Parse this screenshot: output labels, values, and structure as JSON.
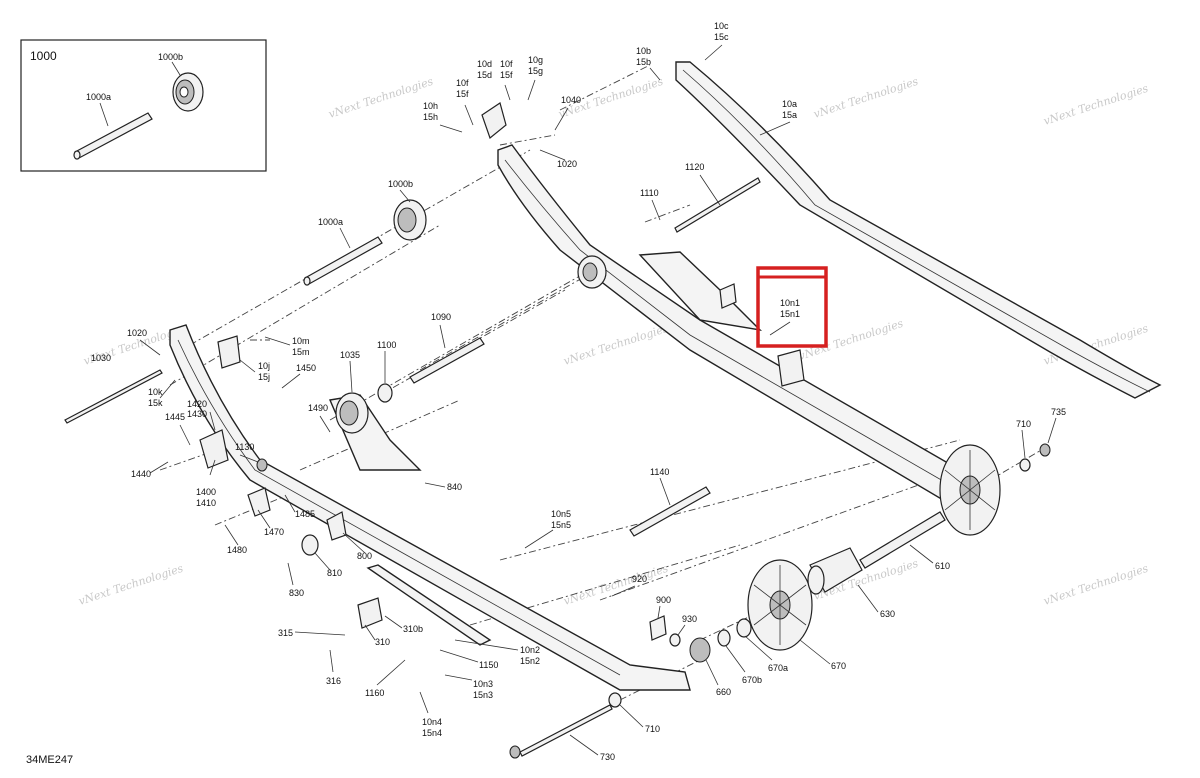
{
  "diagram": {
    "code": "34ME247",
    "inset_labels": [
      "1000",
      "1000b",
      "1000a"
    ],
    "labels": [
      "10c\n15c",
      "10b\n15b",
      "10d\n15d",
      "10f\n15f",
      "10g\n15g",
      "10f\n15f",
      "10h\n15h",
      "1040",
      "1020",
      "10a\n15a",
      "1000b",
      "1000a",
      "1120",
      "1110",
      "10n1\n15n1",
      "1020",
      "1030",
      "10m\n15m",
      "10j\n15j",
      "1035",
      "1100",
      "1090",
      "1450",
      "10k\n15k",
      "1445",
      "1430",
      "1420",
      "1490",
      "1440",
      "1130",
      "1400\n1410",
      "1485",
      "1470",
      "840",
      "1480",
      "800",
      "830",
      "810",
      "10n5\n15n5",
      "1140",
      "710",
      "735",
      "610",
      "920",
      "900",
      "930",
      "630",
      "315",
      "310b",
      "310",
      "316",
      "10n2\n15n2",
      "1150",
      "1160",
      "10n3\n15n3",
      "10n4\n15n4",
      "660",
      "670b",
      "670a",
      "670",
      "710",
      "730"
    ],
    "watermark": "vNext Technologies",
    "highlight_color": "#d62020"
  }
}
